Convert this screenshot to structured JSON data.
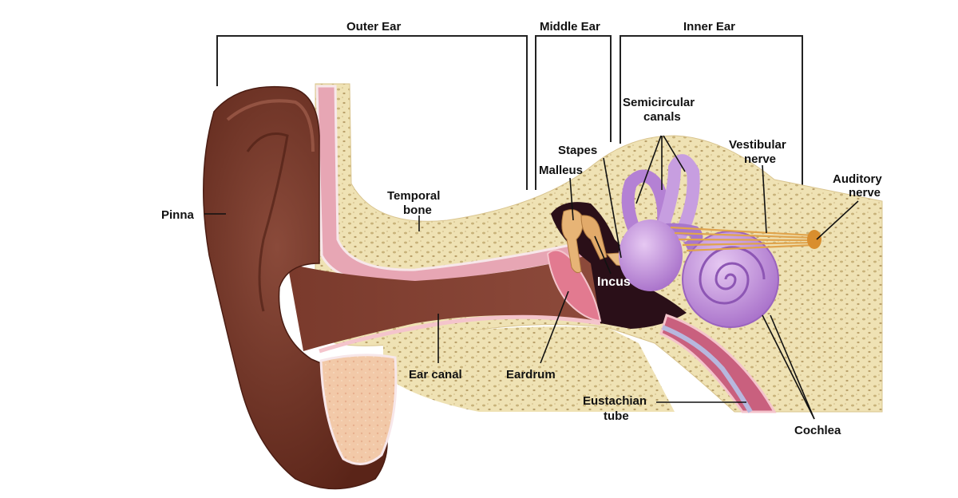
{
  "sections": {
    "outer": "Outer Ear",
    "middle": "Middle Ear",
    "inner": "Inner Ear"
  },
  "labels": {
    "pinna": "Pinna",
    "temporal_bone_1": "Temporal",
    "temporal_bone_2": "bone",
    "ear_canal": "Ear canal",
    "eardrum": "Eardrum",
    "malleus": "Malleus",
    "stapes": "Stapes",
    "incus": "Incus",
    "semicircular_1": "Semicircular",
    "semicircular_2": "canals",
    "vestibular_1": "Vestibular",
    "vestibular_2": "nerve",
    "auditory_1": "Auditory",
    "auditory_2": "nerve",
    "eustachian_1": "Eustachian",
    "eustachian_2": "tube",
    "cochlea": "Cochlea"
  }
}
